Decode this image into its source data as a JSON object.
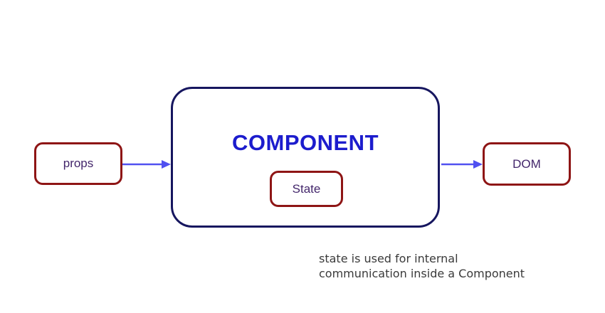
{
  "diagram": {
    "nodes": {
      "props": {
        "label": "props"
      },
      "component": {
        "label": "COMPONENT"
      },
      "state": {
        "label": "State"
      },
      "dom": {
        "label": "DOM"
      }
    },
    "arrows": [
      {
        "name": "props-to-component",
        "direction": "right"
      },
      {
        "name": "component-to-dom",
        "direction": "right"
      }
    ],
    "caption": {
      "line1": "state is used for internal",
      "line2": "communication inside a Component"
    },
    "colors": {
      "node_border_red": "#8e1515",
      "component_border_navy": "#16165f",
      "component_title_blue": "#1c1ccd",
      "node_label_purple": "#43266b",
      "arrow_blue": "#5050f0",
      "caption_gray": "#3a3a3a",
      "background": "#ffffff"
    }
  }
}
